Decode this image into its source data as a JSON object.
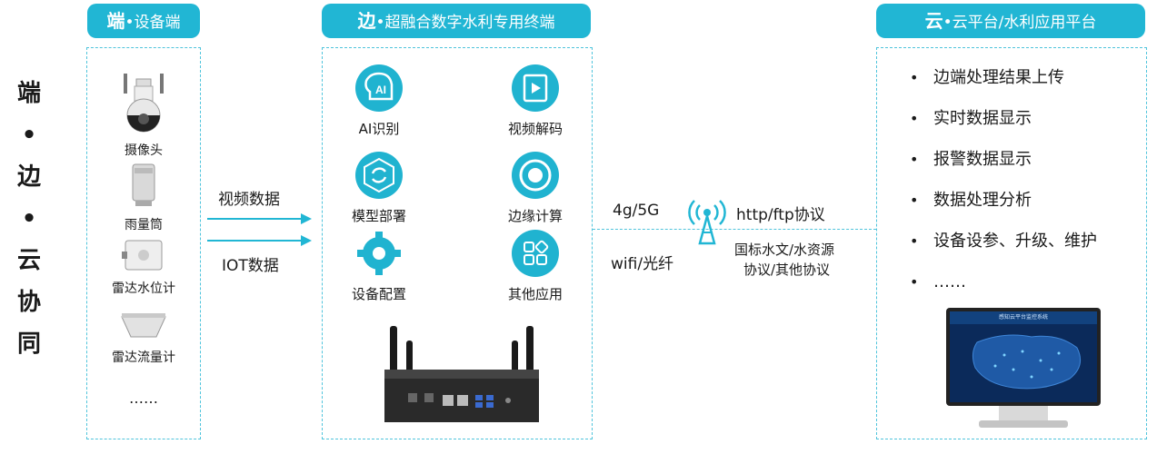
{
  "side_title": [
    "端",
    "•",
    "边",
    "•",
    "云",
    "协",
    "同"
  ],
  "device_panel": {
    "tab_bold": "端",
    "tab_rest": "•设备端",
    "items": [
      {
        "label": "摄像头",
        "icon": "camera-icon"
      },
      {
        "label": "雨量筒",
        "icon": "rain-gauge-icon"
      },
      {
        "label": "雷达水位计",
        "icon": "radar-level-icon"
      },
      {
        "label": "雷达流量计",
        "icon": "radar-flow-icon"
      },
      {
        "label": "……"
      }
    ]
  },
  "links_left": {
    "top": "视频数据",
    "bottom": "IOT数据"
  },
  "edge_panel": {
    "tab_bold": "边",
    "tab_rest": "•超融合数字水利专用终端",
    "items": [
      {
        "label": "AI识别",
        "icon": "ai-icon"
      },
      {
        "label": "视频解码",
        "icon": "video-icon"
      },
      {
        "label": "模型部署",
        "icon": "refresh-icon"
      },
      {
        "label": "边缘计算",
        "icon": "lifebuoy-icon"
      },
      {
        "label": "设备配置",
        "icon": "gear-icon"
      },
      {
        "label": "其他应用",
        "icon": "apps-icon"
      }
    ]
  },
  "network": {
    "left_top": "4g/5G",
    "left_bottom": "wifi/光纤",
    "right_top": "http/ftp协议",
    "right_bottom_1": "国标水文/水资源",
    "right_bottom_2": "协议/其他协议",
    "icon": "antenna-icon"
  },
  "cloud_panel": {
    "tab_bold": "云",
    "tab_rest": "•云平台/水利应用平台",
    "bullets": [
      "边端处理结果上传",
      "实时数据显示",
      "报警数据显示",
      "数据处理分析",
      "设备设参、升级、维护",
      "……"
    ],
    "screen_title": "感知云平台监控系统"
  },
  "colors": {
    "accent": "#21b6d4",
    "screen_bg": "#0b2a5a"
  }
}
